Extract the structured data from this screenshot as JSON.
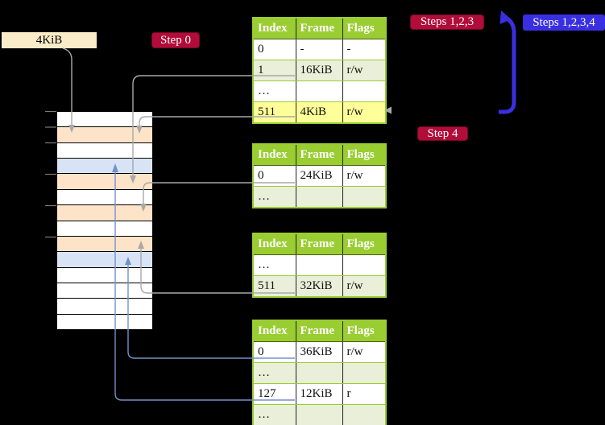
{
  "labels": {
    "frame_size": "4KiB",
    "step0": "Step 0",
    "steps123": "Steps 1,2,3",
    "steps1234": "Steps 1,2,3,4",
    "step4": "Step 4"
  },
  "memory_map": {
    "row_colors": [
      "white",
      "peach",
      "white",
      "blue",
      "peach",
      "white",
      "peach",
      "white",
      "peach",
      "blue",
      "white",
      "white",
      "white",
      "white"
    ]
  },
  "tables": [
    {
      "headers": [
        "Index",
        "Frame",
        "Flags"
      ],
      "rows": [
        {
          "tone": "white",
          "cells": [
            "0",
            "-",
            "-"
          ]
        },
        {
          "tone": "green",
          "cells": [
            "1",
            "16KiB",
            "r/w"
          ]
        },
        {
          "tone": "white",
          "cells": [
            "…",
            "",
            ""
          ]
        },
        {
          "tone": "highlight",
          "cells": [
            "511",
            "4KiB",
            "r/w"
          ]
        }
      ]
    },
    {
      "headers": [
        "Index",
        "Frame",
        "Flags"
      ],
      "rows": [
        {
          "tone": "white",
          "cells": [
            "0",
            "24KiB",
            "r/w"
          ]
        },
        {
          "tone": "green",
          "cells": [
            "…",
            "",
            ""
          ]
        }
      ]
    },
    {
      "headers": [
        "Index",
        "Frame",
        "Flags"
      ],
      "rows": [
        {
          "tone": "white",
          "cells": [
            "…",
            "",
            ""
          ]
        },
        {
          "tone": "green",
          "cells": [
            "511",
            "32KiB",
            "r/w"
          ]
        }
      ]
    },
    {
      "headers": [
        "Index",
        "Frame",
        "Flags"
      ],
      "rows": [
        {
          "tone": "white",
          "cells": [
            "0",
            "36KiB",
            "r/w"
          ]
        },
        {
          "tone": "green",
          "cells": [
            "…",
            "",
            ""
          ]
        },
        {
          "tone": "white",
          "cells": [
            "127",
            "12KiB",
            "r"
          ]
        },
        {
          "tone": "green",
          "cells": [
            "…",
            "",
            ""
          ]
        }
      ]
    }
  ],
  "colors": {
    "table_header_green": "#9acd32",
    "table_row_green": "#e9efd8",
    "highlight_yellow": "#ffff99",
    "frame_peach": "#fde3c8",
    "frame_blue": "#d8e4f6",
    "label_wheat": "#faecc8",
    "step_red": "#b00d3a",
    "step_blue": "#3a2fe0",
    "arrow_gray": "#a9a9a9",
    "arrow_blue": "#7291c6"
  }
}
